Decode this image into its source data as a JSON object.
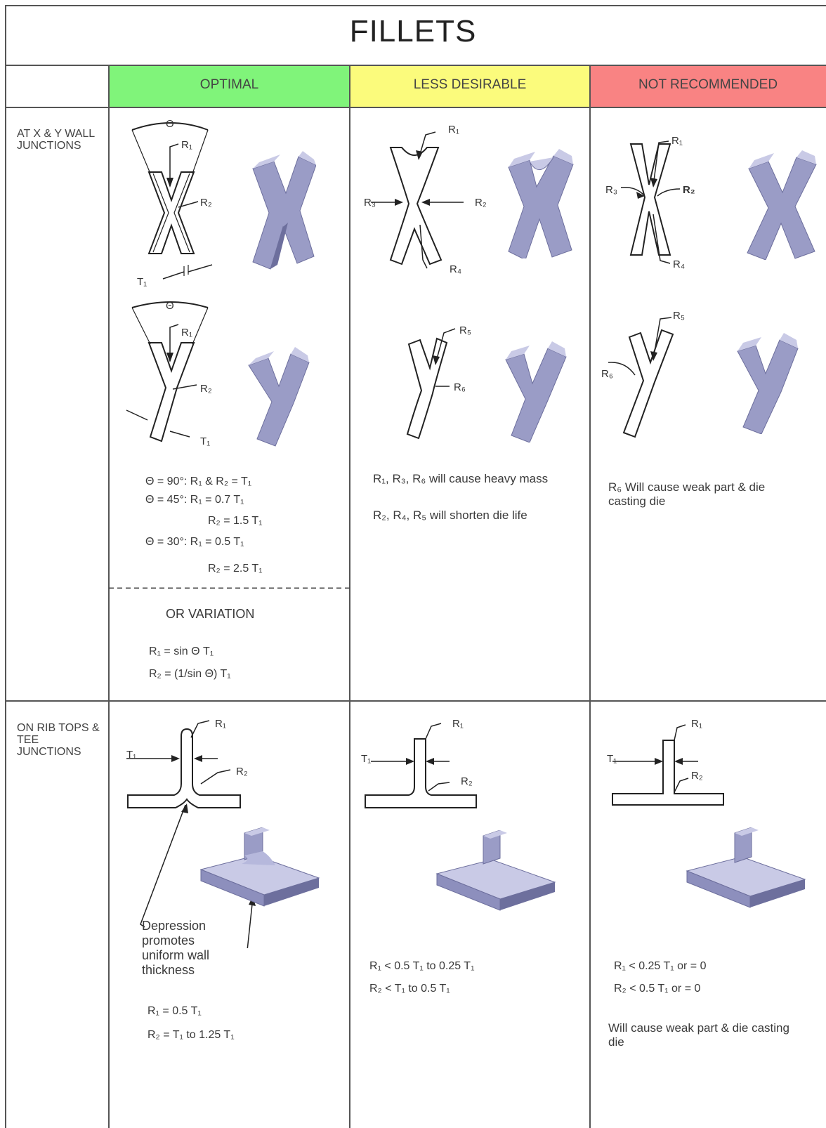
{
  "title": "FILLETS",
  "columns": {
    "optimal": "OPTIMAL",
    "less": "LESS DESIRABLE",
    "not": "NOT RECOMMENDED"
  },
  "colors": {
    "optimal": "#80f47a",
    "less": "#fbfb7c",
    "not": "#f98383",
    "outline": "#222222",
    "solid_face": "#9a9cc6",
    "solid_dark": "#6d6f9d",
    "solid_light": "#c9cae6"
  },
  "rows": {
    "xy": "AT X & Y WALL JUNCTIONS",
    "rib": "ON RIB TOPS & TEE JUNCTIONS"
  },
  "labels": {
    "theta": "Θ",
    "r1": "R₁",
    "r2": "R₂",
    "r3": "R₃",
    "r4": "R₄",
    "r5": "R₅",
    "r6": "R₆",
    "t1": "T₁"
  },
  "xy": {
    "optimal_equations": [
      "Θ = 90°: R₁ & R₂ = T₁",
      "Θ = 45°: R₁ = 0.7 T₁",
      "R₂ = 1.5 T₁",
      "Θ = 30°: R₁ = 0.5 T₁",
      "R₂ = 2.5 T₁"
    ],
    "variation_title": "OR VARIATION",
    "variation_equations": [
      "R₁ = sin Θ T₁",
      "R₂ = (1/sin Θ) T₁"
    ],
    "less_notes": [
      "R₁, R₃, R₆ will cause heavy mass",
      "R₂, R₄, R₅ will shorten die life"
    ],
    "not_note": "R₆ Will cause weak part & die casting die"
  },
  "rib": {
    "optimal_callout": "Depression promotes uniform wall thickness",
    "optimal_equations": [
      "R₁ = 0.5 T₁",
      "R₂ = T₁ to 1.25 T₁"
    ],
    "less_equations": [
      "R₁ < 0.5 T₁ to 0.25 T₁",
      "R₂ < T₁ to 0.5 T₁"
    ],
    "not_equations": [
      "R₁ < 0.25 T₁ or = 0",
      "R₂ < 0.5 T₁ or = 0"
    ],
    "not_note": "Will cause weak part & die casting die"
  }
}
